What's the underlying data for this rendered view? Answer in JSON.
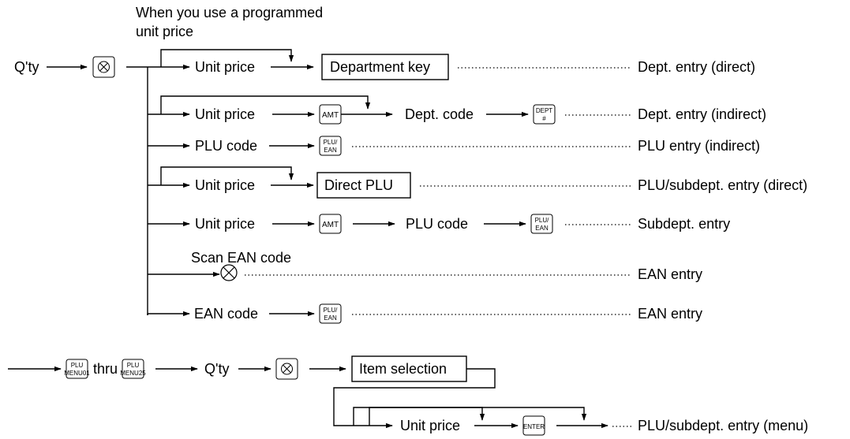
{
  "note": "When you use a programmed\nunit price",
  "qty": "Q'ty",
  "thru": "thru",
  "labels": {
    "unit_price": "Unit price",
    "dept_code": "Dept. code",
    "plu_code": "PLU code",
    "scan_ean": "Scan EAN code",
    "ean_code": "EAN code"
  },
  "boxes": {
    "department_key": "Department key",
    "direct_plu": "Direct PLU",
    "item_selection": "Item selection"
  },
  "keys": {
    "amt": "AMT",
    "dept": [
      "DEPT",
      "#"
    ],
    "plu_ean": [
      "PLU/",
      "EAN"
    ],
    "plu_menu01": [
      "PLU",
      "MENU01"
    ],
    "plu_menu25": [
      "PLU",
      "MENU25"
    ],
    "enter": "ENTER"
  },
  "results": {
    "dept_direct": "Dept. entry (direct)",
    "dept_indirect": "Dept. entry (indirect)",
    "plu_indirect": "PLU entry (indirect)",
    "plu_subdept_direct": "PLU/subdept. entry (direct)",
    "subdept": "Subdept. entry",
    "ean_entry": "EAN entry",
    "plu_subdept_menu": "PLU/subdept. entry (menu)"
  }
}
